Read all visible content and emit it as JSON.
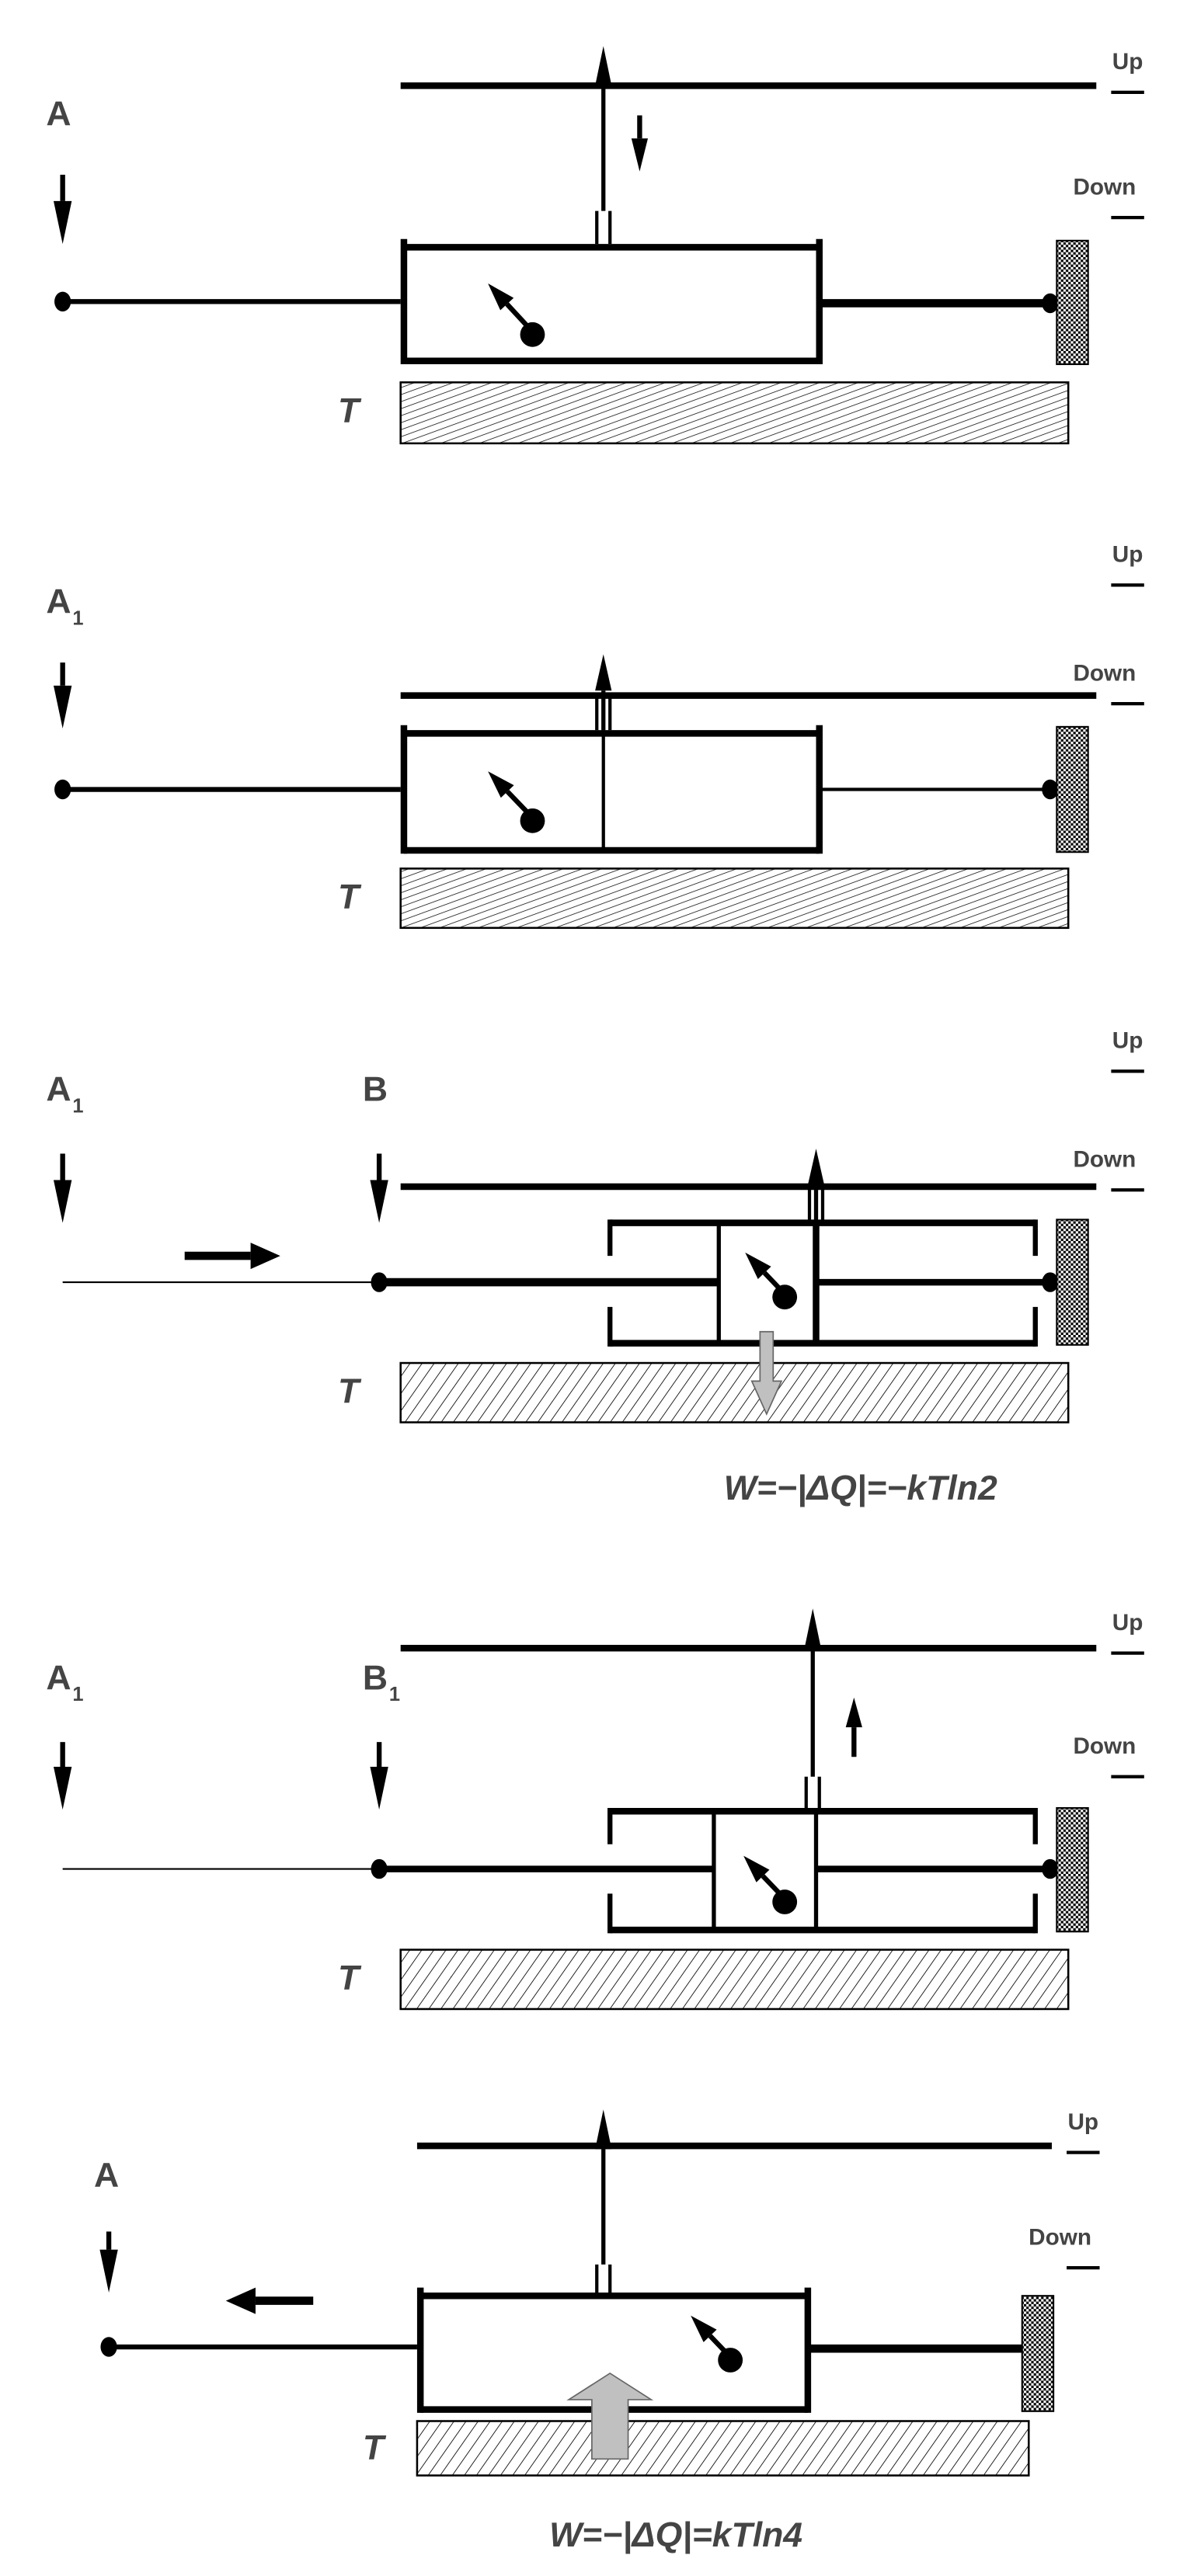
{
  "colors": {
    "ink": "#000000",
    "text": "#444444",
    "heat_arrow": "#c0c0c0"
  },
  "panels": [
    {
      "up": "Up",
      "down": "Down",
      "reservoir": "T",
      "left_label": "A"
    },
    {
      "up": "Up",
      "down": "Down",
      "reservoir": "T",
      "left_label": "A",
      "left_sub": "1"
    },
    {
      "up": "Up",
      "down": "Down",
      "reservoir": "T",
      "left_label": "A",
      "left_sub": "1",
      "mid_label": "B",
      "formula": "W=−|ΔQ|=−kTln2"
    },
    {
      "up": "Up",
      "down": "Down",
      "reservoir": "T",
      "left_label": "A",
      "left_sub": "1",
      "mid_label": "B",
      "mid_sub": "1"
    },
    {
      "up": "Up",
      "down": "Down",
      "reservoir": "T",
      "left_label": "A",
      "formula": "W=−|ΔQ|=kTln4"
    }
  ]
}
